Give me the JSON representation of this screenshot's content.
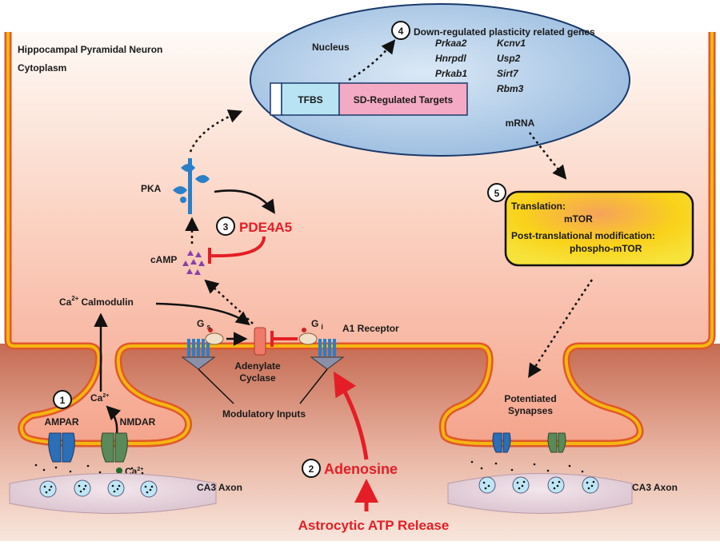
{
  "title": {
    "line1": "Hippocampal Pyramidal Neuron",
    "line2": "Cytoplasm"
  },
  "nucleus": {
    "label": "Nucleus",
    "step_number": "4",
    "heading": "Down-regulated plasticity related genes",
    "genes_col1": [
      "Prkaa2",
      "Hnrpdl",
      "Prkab1"
    ],
    "genes_col2": [
      "Kcnv1",
      "Usp2",
      "Sirt7",
      "Rbm3"
    ],
    "tfbs_label": "TFBS",
    "targets_label": "SD-Regulated Targets",
    "mrna_label": "mRNA"
  },
  "translation_box": {
    "step_number": "5",
    "line1": "Translation:",
    "line2": "mTOR",
    "line3": "Post-translational modification:",
    "line4": "phospho-mTOR"
  },
  "pka_label": "PKA",
  "pde": {
    "step_number": "3",
    "label": "PDE4A5"
  },
  "camp_label": "cAMP",
  "ca_calmodulin": {
    "base": "Ca",
    "sup": "2+",
    "rest": "Calmodulin"
  },
  "ca_ion": {
    "base": "Ca",
    "sup": "2+"
  },
  "gs": {
    "base": "G",
    "sub": "s"
  },
  "gi": {
    "base": "G",
    "sub": "i"
  },
  "a1_receptor_label": "A1 Receptor",
  "adenylate_cyclase": {
    "line1": "Adenylate",
    "line2": "Cyclase"
  },
  "modulatory_inputs_label": "Modulatory Inputs",
  "step1_number": "1",
  "ampar_label": "AMPAR",
  "nmdar_label": "NMDAR",
  "adenosine": {
    "step_number": "2",
    "label": "Adenosine"
  },
  "astro_label": "Astrocytic ATP Release",
  "potentiated": {
    "line1": "Potentiated",
    "line2": "Synapses"
  },
  "ca3_axon_label": "CA3 Axon",
  "colors": {
    "membrane": "#f5b60f",
    "membrane_edge": "#e0582a",
    "red_accent": "#e41e26",
    "nucleus_fill": "#aecbe8",
    "targets_fill": "#f4aac4",
    "tfbs_fill": "#b8e3f3",
    "translation_fill": "#f9d21a"
  }
}
